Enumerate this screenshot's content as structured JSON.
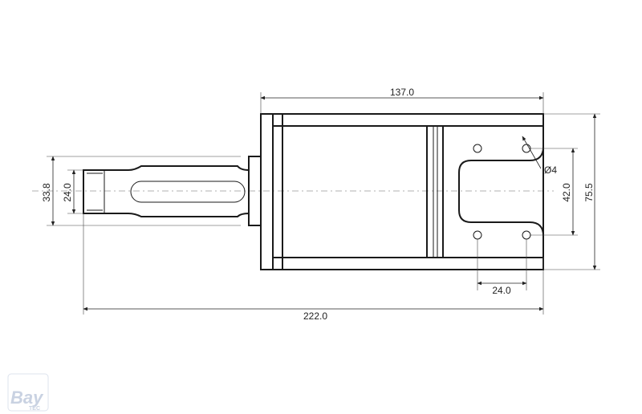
{
  "dimensions": {
    "overall_length": "222.0",
    "body_length": "137.0",
    "shaft_diameter": "33.8",
    "shaft_inner": "24.0",
    "slot_hole_spacing": "42.0",
    "plate_height": "75.5",
    "hole_pitch": "24.0",
    "hole_diameter": "Ø4"
  },
  "logo": {
    "text": "Bay",
    "sub": "TEC"
  }
}
